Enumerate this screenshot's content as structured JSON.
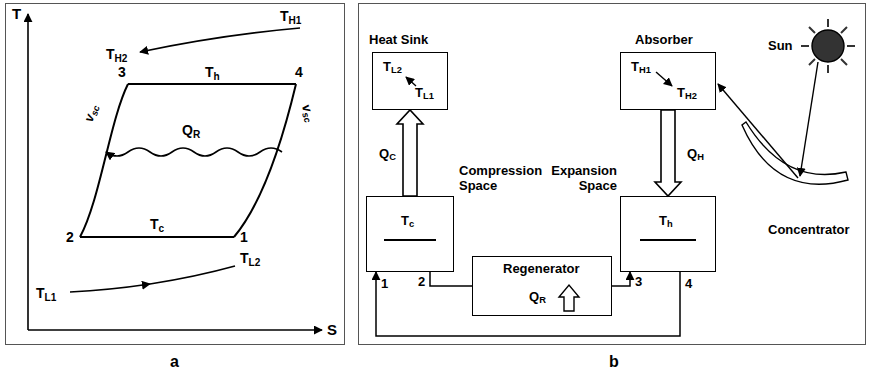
{
  "diagram": {
    "nodes": [
      {
        "text": [
          "a"
        ]
      },
      {
        "text": [
          "b"
        ]
      },
      {
        "text": [
          "Heat Sink",
          "TL2",
          "TL1"
        ],
        "in": 1
      },
      {
        "text": [
          "Absorber",
          "TH1",
          "TH2"
        ],
        "in": 1
      },
      {
        "text": [
          "Compression Space",
          "Tc"
        ],
        "in": 1
      },
      {
        "text": [
          "Expansion Space",
          "Th"
        ],
        "in": 1
      },
      {
        "text": [
          "Regenerator",
          "QR"
        ],
        "in": 1
      }
    ],
    "edges": [
      {
        "from": 4,
        "to": 2,
        "arrow": "to",
        "label": "QC"
      },
      {
        "from": 3,
        "to": 5,
        "arrow": "to",
        "label": "QH"
      },
      {
        "from": 4,
        "to": 5,
        "arrow": "to"
      },
      {
        "from": 5,
        "to": 4,
        "arrow": "to"
      }
    ],
    "labels": [
      "T",
      "S",
      "TH1",
      "TH2",
      "3",
      "4",
      "Th",
      "QR",
      "vsc",
      "vsc",
      "2",
      "1",
      "Tc",
      "TL1",
      "TL2",
      "1",
      "2",
      "3",
      "4",
      "Sun",
      "Concentrator"
    ]
  }
}
